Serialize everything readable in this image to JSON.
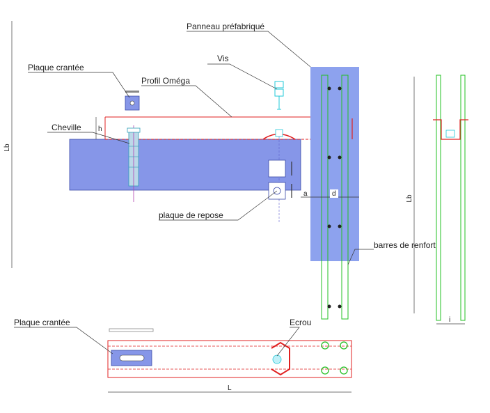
{
  "labels": {
    "panneau": "Panneau préfabriqué",
    "vis": "Vis",
    "plaque_crantee_top": "Plaque crantée",
    "profil_omega": "Profil Oméga",
    "cheville": "Cheville",
    "plaque_repose": "plaque de repose",
    "barres_renfort": "barres de renfort",
    "plaque_crantee_bottom": "Plaque crantée",
    "ecrou": "Ecrou"
  },
  "dimensions": {
    "lb_left": "Lb",
    "lb_right": "Lb",
    "h": "h",
    "a": "a",
    "d": "d",
    "l": "L",
    "i": "i"
  },
  "colors": {
    "panel_blue": "#8da2ee",
    "concrete_blue": "#8696e8",
    "rebar_green": "#22c022",
    "profile_red": "#e02020",
    "bolt_cyan": "#20c8d8",
    "ink": "#222222"
  }
}
